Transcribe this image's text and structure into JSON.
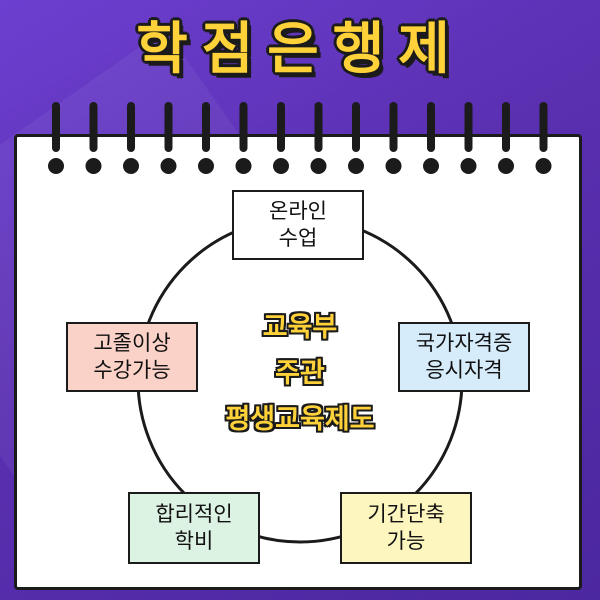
{
  "header": {
    "title": "학점은행제"
  },
  "diagram": {
    "center_lines": [
      "교육부",
      "주관",
      "평생교육제도"
    ],
    "nodes": [
      {
        "lines": [
          "온라인",
          "수업"
        ],
        "color": "#ffffff"
      },
      {
        "lines": [
          "국가자격증",
          "응시자격"
        ],
        "color": "#d6ecfb"
      },
      {
        "lines": [
          "기간단축",
          "가능"
        ],
        "color": "#fdf7bf"
      },
      {
        "lines": [
          "합리적인",
          "학비"
        ],
        "color": "#dcf3e3"
      },
      {
        "lines": [
          "고졸이상",
          "수강가능"
        ],
        "color": "#fbd2c8"
      }
    ]
  },
  "colors": {
    "background": "#5a2fb0",
    "title": "#ffd23a",
    "outline": "#1b1b1b"
  }
}
